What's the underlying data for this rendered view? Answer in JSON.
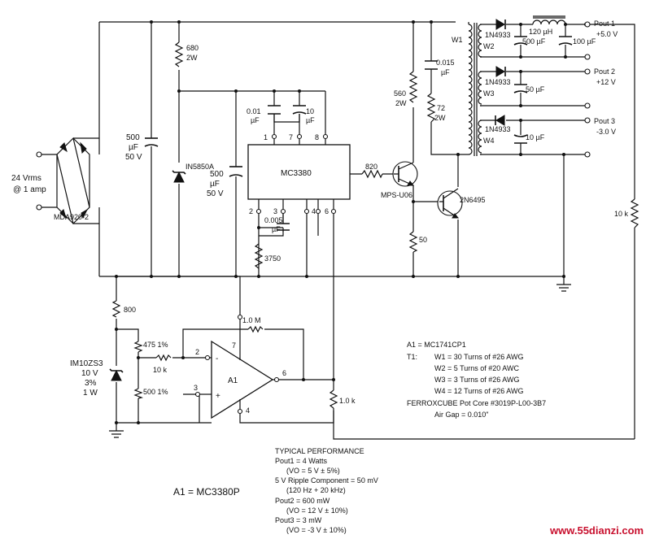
{
  "labels": {
    "input_voltage": "24 Vrms",
    "input_current": "@ 1 amp",
    "bridge": "MDA920-2",
    "c_in_val": "500",
    "c_in_unit": "µF",
    "c_in_volt": "50 V",
    "r_680": "680",
    "r_680_w": "2W",
    "zener_main": "IN5850A",
    "c2_val": "500",
    "c2_unit": "µF",
    "c2_volt": "50 V",
    "c_001_val": "0.01",
    "c_001_unit": "µF",
    "c_10_val": "10",
    "c_10_unit": "µF",
    "ic_main": "MC3380",
    "pin_1": "1",
    "pin_7": "7",
    "pin_8": "8",
    "pin_2": "2",
    "pin_3": "3",
    "pin_4": "4",
    "pin_6": "6",
    "c_0005_val": "0.005",
    "c_0005_unit": "µF",
    "r_3750": "3750",
    "r_820": "820",
    "r_560": "560",
    "r_560_w": "2W",
    "c_0015_val": "0.015",
    "c_0015_unit": "µF",
    "r_72": "72",
    "r_72_w": "2W",
    "q1": "MPS-U06",
    "q2": "2N6495",
    "r_50": "50",
    "w1": "W1",
    "w2": "W2",
    "w3": "W3",
    "w4": "W4",
    "d_out1": "1N4933",
    "d_out2": "1N4933",
    "d_out3": "1N4933",
    "l_out": "120 µH",
    "c_out1a": "500 µF",
    "c_out1b": "100 µF",
    "c_out2": "50 µF",
    "c_out3": "10 µF",
    "pout1": "Pout 1",
    "pout1_v": "+5.0 V",
    "pout2": "Pout 2",
    "pout2_v": "+12 V",
    "pout3": "Pout 3",
    "pout3_v": "-3.0 V",
    "r_10k_fb": "10 k",
    "r_800": "800",
    "r_475": "475  1%",
    "r_500": "500  1%",
    "r_10k": "10 k",
    "r_1m": "1.0 M",
    "r_1k": "1.0 k",
    "zener_ref": "IM10ZS3",
    "zener_ref_v": "10 V",
    "zener_ref_tol": "3%",
    "zener_ref_w": "1 W",
    "opamp": "A1",
    "op_pin2": "2",
    "op_pin3": "3",
    "op_pin7": "7",
    "op_pin6": "6",
    "op_pin4": "4",
    "minus": "-",
    "plus": "+"
  },
  "notes": {
    "a1": "A1 = MC1741CP1",
    "t1": "T1:",
    "w1": "W1 = 30 Turns of #26 AWG",
    "w2": "W2 = 5 Turns of #20 AWC",
    "w3": "W3 = 3 Turns of #26 AWG",
    "w4": "W4 = 12 Turns of #26 AWG",
    "ferrox": "FERROXCUBE Pot Core #3019P-L00-3B7",
    "air_gap": "Air Gap = 0.010\""
  },
  "a1_bottom": "A1 = MC3380P",
  "performance": {
    "title": "TYPICAL PERFORMANCE",
    "lines": [
      "Pout1 = 4 Watts",
      "(VO = 5 V ± 5%)",
      "5 V Ripple Component = 50 mV",
      "(120 Hz + 20 kHz)",
      "Pout2 = 600 mW",
      "(VO = 12 V ± 10%)",
      "Pout3 = 3 mW",
      "(VO = -3 V ± 10%)"
    ]
  },
  "watermark": "www.55dianzi.com"
}
